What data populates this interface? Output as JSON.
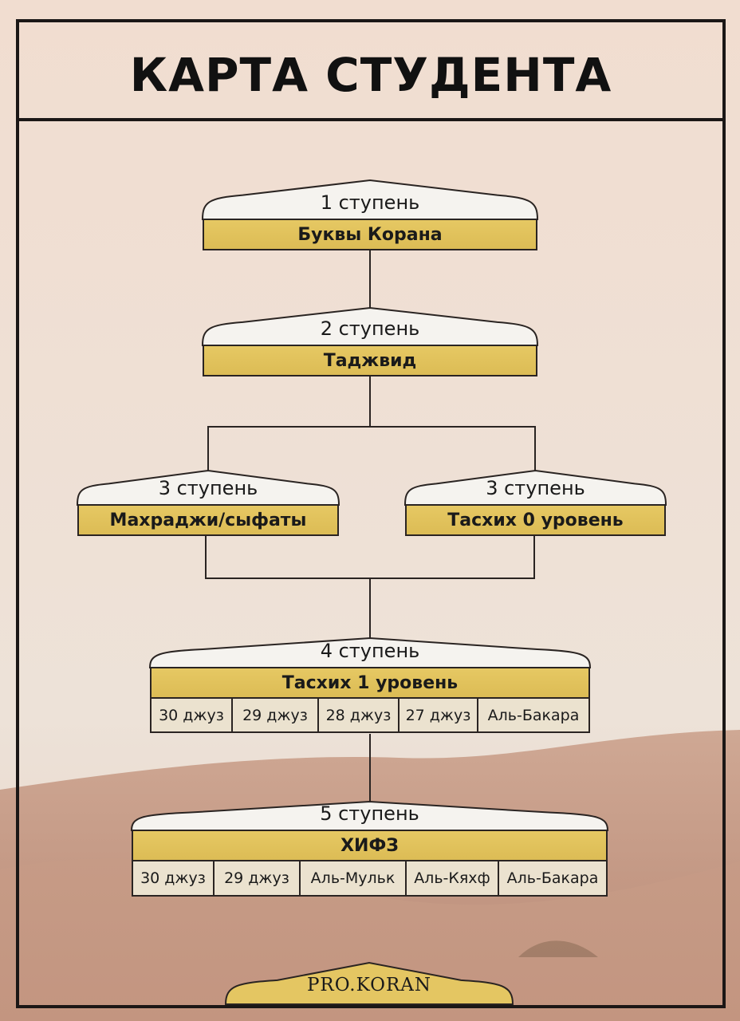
{
  "title": "КАРТА СТУДЕНТА",
  "steps": [
    {
      "label": "1 ступень",
      "name": "Буквы Корана",
      "items": []
    },
    {
      "label": "2 ступень",
      "name": "Таджвид",
      "items": []
    },
    {
      "label": "3 ступень",
      "name": "Махраджи/сыфаты",
      "items": []
    },
    {
      "label": "3 ступень",
      "name": "Тасхих 0 уровень",
      "items": []
    },
    {
      "label": "4 ступень",
      "name": "Тасхих 1 уровень",
      "items": [
        "30 джуз",
        "29 джуз",
        "28 джуз",
        "27 джуз",
        "Аль-Бакара"
      ]
    },
    {
      "label": "5 ступень",
      "name": "ХИФЗ",
      "items": [
        "30 джуз",
        "29 джуз",
        "Аль-Мульк",
        "Аль-Кяхф",
        "Аль-Бакара"
      ]
    }
  ],
  "footer": "PRO.KORAN",
  "colors": {
    "gold": "#e2c35e",
    "cap": "#f5f3ef",
    "frame": "#1b1716",
    "sand": "#c89c87"
  }
}
